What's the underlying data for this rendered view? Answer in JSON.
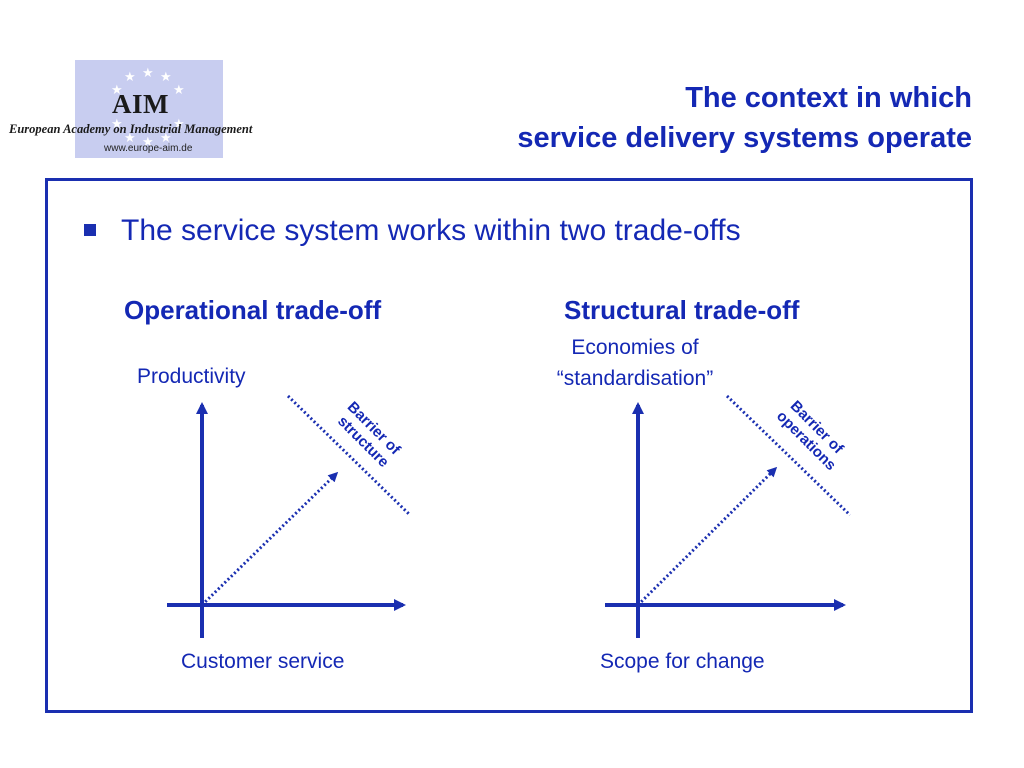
{
  "logo": {
    "name": "AIM",
    "subtitle": "European Academy on Industrial Management",
    "url": "www.europe-aim.de"
  },
  "title": {
    "line1": "The context in which",
    "line2": "service delivery systems operate"
  },
  "bullet": "The service system works within two trade-offs",
  "left": {
    "heading": "Operational trade-off",
    "y_label": "Productivity",
    "x_label": "Customer service",
    "barrier_line1": "Barrier of",
    "barrier_line2": "structure"
  },
  "right": {
    "heading": "Structural trade-off",
    "y_label_line1": "Economies of",
    "y_label_line2": "“standardisation”",
    "x_label": "Scope for change",
    "barrier_line1": "Barrier of",
    "barrier_line2": "operations"
  },
  "colors": {
    "accent": "#1428b4",
    "logo_bg": "#c8cdf0"
  }
}
